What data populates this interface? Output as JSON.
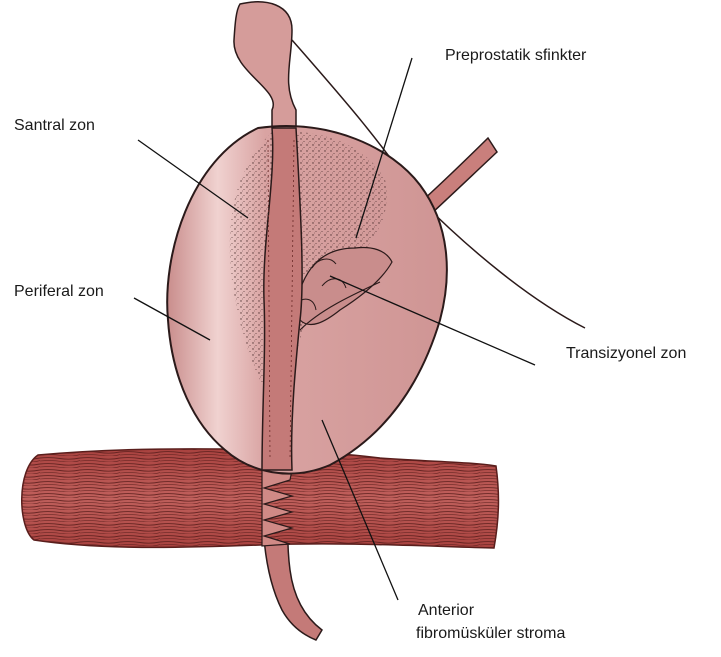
{
  "labels": {
    "preprostatic_sphincter": "Preprostatik sfinkter",
    "central_zone": "Santral zon",
    "peripheral_zone": "Periferal zon",
    "transition_zone": "Transizyonel zon",
    "anterior_stroma_line1": "Anterior",
    "anterior_stroma_line2": "fibromüsküler stroma"
  },
  "colors": {
    "gland_fill": "#d9a3a2",
    "gland_outline": "#2b1a1a",
    "muscle_band": "#b0524f",
    "muscle_dark": "#5a1e1c",
    "urethra": "#c47a78",
    "stipple": "#3a2020",
    "leader_line": "#111111"
  }
}
